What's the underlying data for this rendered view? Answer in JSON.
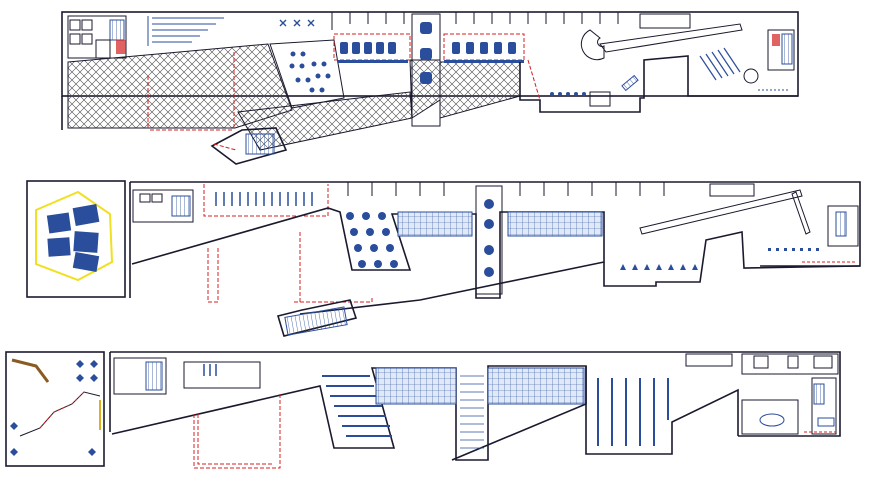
{
  "drawing": {
    "plans": [
      {
        "id": "plan-upper"
      },
      {
        "id": "plan-middle"
      },
      {
        "id": "plan-lower"
      }
    ],
    "colors": {
      "walls": "#1a1a2e",
      "dashed_lines": "#d42020",
      "furniture": "#2a4d9c",
      "hatch": "#4a4a4a",
      "stage_outline": "#f0e020"
    }
  }
}
